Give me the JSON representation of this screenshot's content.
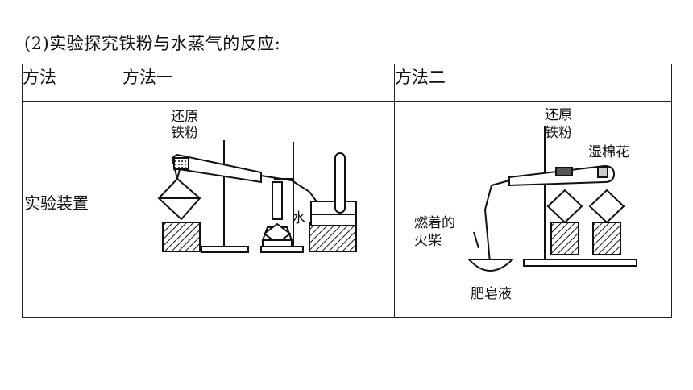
{
  "heading": "(2)实验探究铁粉与水蒸气的反应:",
  "table": {
    "header": [
      "方法",
      "方法一",
      "方法二"
    ],
    "row_label": "实验装置"
  },
  "method1": {
    "label_reduced_iron_1": "还原",
    "label_reduced_iron_2": "铁粉",
    "label_water": "水"
  },
  "method2": {
    "label_reduced_iron_1": "还原",
    "label_reduced_iron_2": "铁粉",
    "label_wet_cotton": "湿棉花",
    "label_match_1": "燃着的",
    "label_match_2": "火柴",
    "label_soap": "肥皂液"
  }
}
